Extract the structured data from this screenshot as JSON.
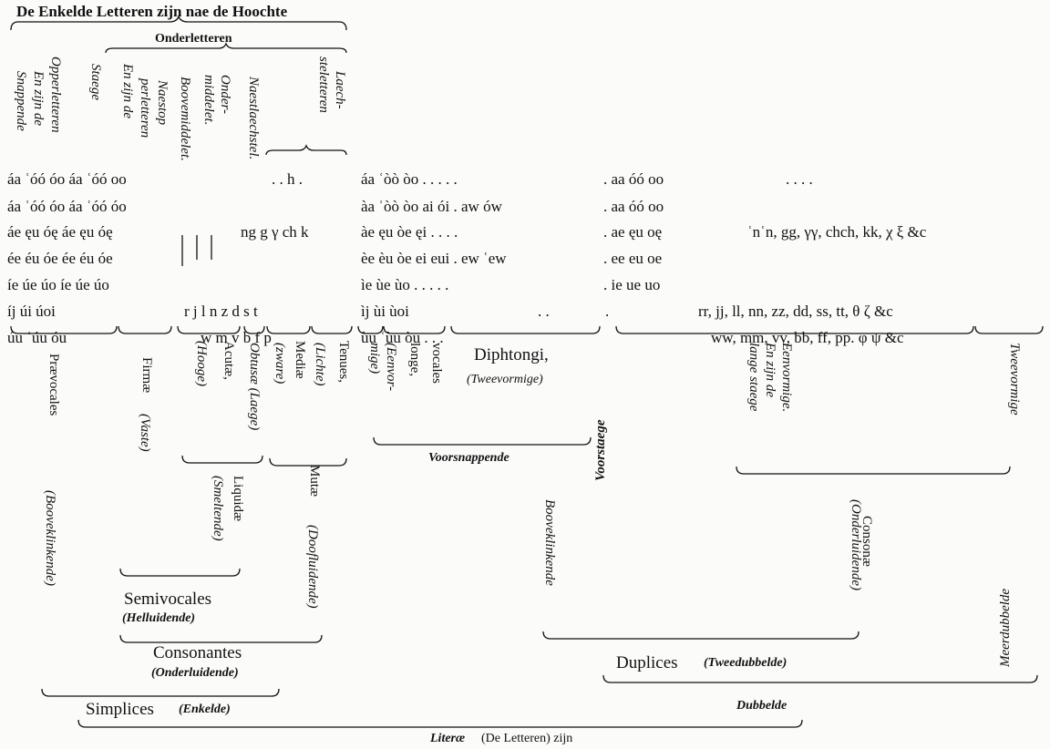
{
  "header": {
    "title": "De Enkelde Letteren zijn nae de Hoochte",
    "subtitle": "Onderletteren"
  },
  "columns": {
    "opperletteren": "Opperletteren",
    "en_zijn_de": "En zijn de",
    "snappende": "Snappende",
    "en_zijn_de_2": "En zijn de",
    "staege": "Staege",
    "perletteren": "perletteren",
    "naestop": "Naestop",
    "boovemiddelet": "Boovemiddelet.",
    "ondermiddelet_1": "Onder-",
    "ondermiddelet_2": "middelet.",
    "naestlaechstel": "Naestlaechstel.",
    "laech_1": "Laech-",
    "laech_2": "steletteren"
  },
  "rows": {
    "r1": {
      "a": "áa ʿóó óo áa ʿóó oo",
      "b": ". .  h .",
      "c": "áa ʿòò òo .   .   .   .   .",
      "d": ". aa óó oo",
      "e": ".          .          .          ."
    },
    "r2": {
      "a": "áa ʿóó óo áa ʿóó óo",
      "c": "àa ʿòò òo ai ói  . aw ów",
      "d": ". aa óó oo"
    },
    "r3": {
      "a": "áe ęu óę áe ęu óę",
      "b": "ng g γ ch k",
      "c": "àe   ęu òe ęi .   .   .   .",
      "d": ". ae ęu oę",
      "e": "ʿnʿn, gg, γγ, chch, kk, χ ξ &c"
    },
    "r4": {
      "a": "ée éu óe ée éu óe",
      "c": "èe   èu òe ei eui . ew ʿew",
      "d": ". ee eu oe"
    },
    "r5": {
      "a": "íe  úe úo íe úe úo",
      "c": "ìe   ùe ùo .   .   .   .   .",
      "d": ". ie ue uo"
    },
    "r6": {
      "a": "íj   úi úoi",
      "b": "r  j  l   n  z  d  s  t",
      "c": "ìj   ùi ùoi",
      "c2": ".      .",
      "d": ".",
      "e": "rr, jj, ll,  nn,  zz,  dd,  ss,    tt,  θ ζ &c"
    },
    "r7": {
      "a": "úu ʿúu óu",
      "b": "w       m v  b  f  p",
      "c": "ùu ʿùu òu .   .   .",
      "e": "ww,     mm, vv, bb,  ff,    pp.   φ ψ &c"
    }
  },
  "groups": {
    "praevocales": "Prævocales",
    "booveklinkende": "(Booveklinkende)",
    "firmae": "Firmæ",
    "vaste": "(Vaste)",
    "hooge": "(Hooge)",
    "acutae": "Acutæ,",
    "obtusae": "Obtusæ (Laege)",
    "zware": "(zware)",
    "mediae": "Mediæ",
    "lichte": "(Lichte)",
    "tenues": "Tenues,",
    "eenvormige_1": "(Eenvor-",
    "eenvormige_2": "mige)",
    "longe": "longe,",
    "vocales": "vocales",
    "diphtongi": "Diphtongi,",
    "tweevormige": "(Tweevormige)",
    "voorsnappende": "Voorsnappende",
    "voorstaege": "Voorstaege",
    "eenzijn_1": "En zijn de",
    "eenzijn_2": "lange staege",
    "eenvormige_b": "Eenvormige.",
    "tweevormige_b": "Tweevormige",
    "liquidae": "Liquidæ",
    "smeltende": "(Smeltende)",
    "mutae": "Mutæ",
    "doofluidende": "(Doofluidende)",
    "booveklinkende_2": "Booveklinkende",
    "consonae": "Consonæ",
    "onderluidende_2": "(Onderluidende)",
    "meerdubbelde": "Meerdubbelde",
    "semivocales": "Semivocales",
    "helluidende": "(Helluidende)",
    "consonantes": "Consonantes",
    "onderluidende": "(Onderluidende)",
    "duplices": "Duplices",
    "tweedubbelde": "(Tweedubbelde)",
    "simplices": "Simplices",
    "enkelde": "(Enkelde)",
    "dubbelde": "Dubbelde",
    "literae": "Literæ",
    "de_letteren": "(De Letteren) zijn"
  }
}
